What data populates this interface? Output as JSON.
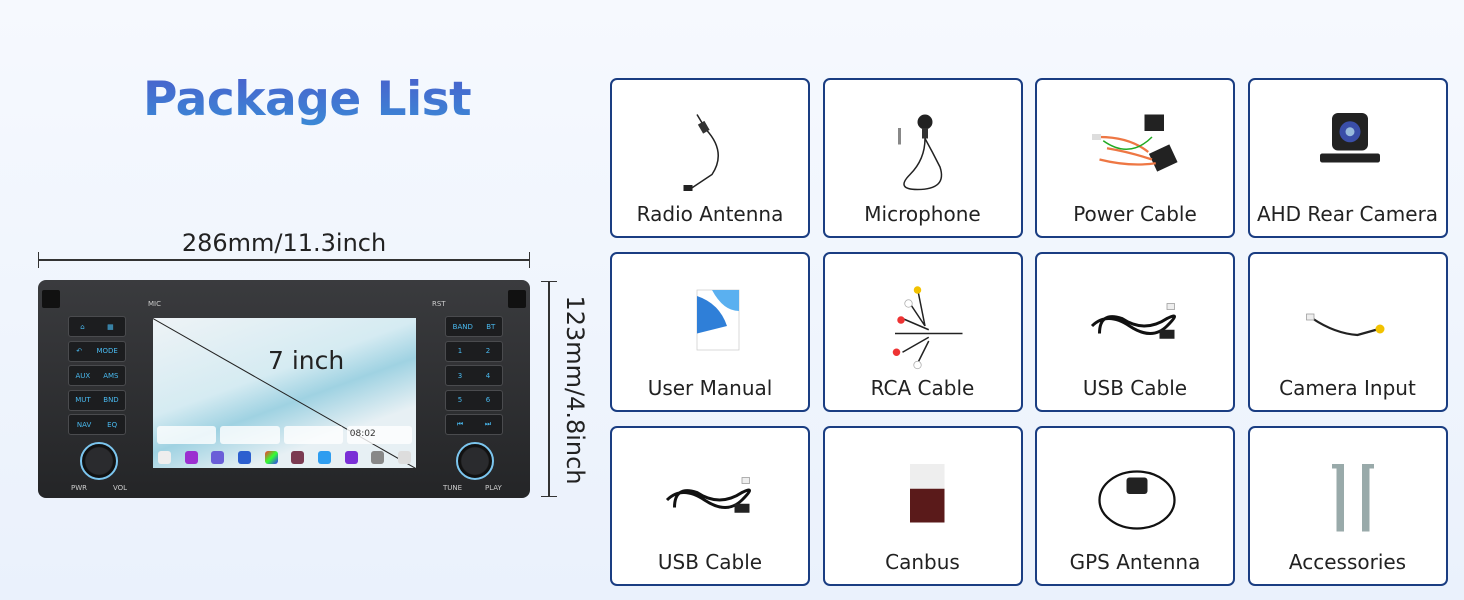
{
  "title": "Package List",
  "dimensions": {
    "width": "286mm/11.3inch",
    "height": "123mm/4.8inch",
    "screen": "7 inch"
  },
  "head_unit": {
    "left_buttons": [
      [
        "⌂",
        "▦"
      ],
      [
        "↶",
        "MODE"
      ],
      [
        "AUX",
        "AMS"
      ],
      [
        "MUT",
        "BND"
      ],
      [
        "NAV",
        "EQ"
      ]
    ],
    "right_buttons": [
      [
        "BAND",
        "BT"
      ],
      [
        "1",
        "2"
      ],
      [
        "3",
        "4"
      ],
      [
        "5",
        "6"
      ],
      [
        "⏮",
        "⏭"
      ]
    ],
    "labels": {
      "mic": "MIC",
      "rst": "RST",
      "pwr": "PWR",
      "vol": "VOL",
      "tune": "TUNE",
      "play": "PLAY"
    },
    "clock": "08:02"
  },
  "items": [
    {
      "label": "Radio Antenna",
      "icon": "antenna"
    },
    {
      "label": "Microphone",
      "icon": "microphone"
    },
    {
      "label": "Power Cable",
      "icon": "harness"
    },
    {
      "label": "AHD Rear Camera",
      "icon": "camera"
    },
    {
      "label": "User Manual",
      "icon": "manual"
    },
    {
      "label": "RCA Cable",
      "icon": "rca"
    },
    {
      "label": "USB Cable",
      "icon": "usb"
    },
    {
      "label": "Camera Input",
      "icon": "camera-cable"
    },
    {
      "label": "USB Cable",
      "icon": "usb"
    },
    {
      "label": "Canbus",
      "icon": "canbus"
    },
    {
      "label": "GPS Antenna",
      "icon": "gps"
    },
    {
      "label": "Accessories",
      "icon": "brackets"
    }
  ]
}
